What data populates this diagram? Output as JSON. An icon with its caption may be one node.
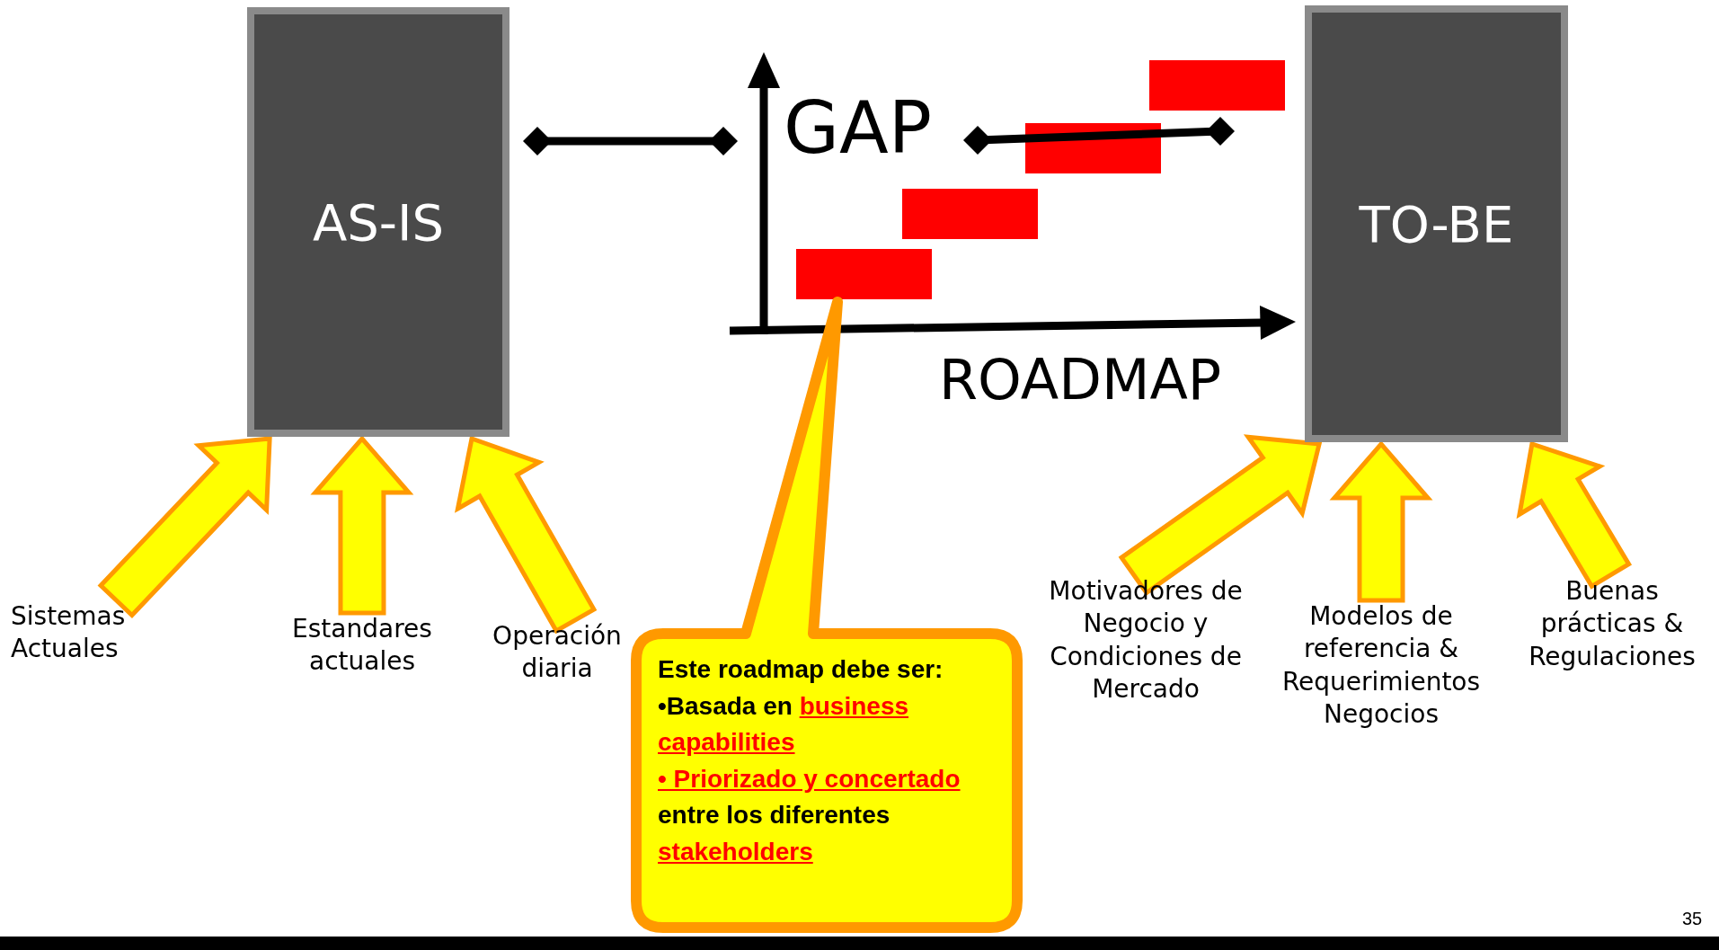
{
  "diagram": {
    "nodes": [
      {
        "text": [
          "AS-IS"
        ]
      },
      {
        "text": [
          "TO-BE"
        ]
      },
      {
        "text": [
          "Sistemas Actuales"
        ]
      },
      {
        "text": [
          "Estandares actuales"
        ]
      },
      {
        "text": [
          "Operación diaria"
        ]
      },
      {
        "text": [
          "Motivadores de Negocio y Condiciones de Mercado"
        ]
      },
      {
        "text": [
          "Modelos de referencia & Requerimientos Negocios"
        ]
      },
      {
        "text": [
          "Buenas prácticas & Regulaciones"
        ]
      },
      {
        "text": [
          "Este roadmap debe ser:",
          "•Basada en",
          "business capabilities",
          "• Priorizado y concertado",
          "entre los diferentes",
          "stakeholders"
        ]
      }
    ],
    "edges": [
      {
        "from": 2,
        "to": 0,
        "arrow": "to"
      },
      {
        "from": 3,
        "to": 0,
        "arrow": "to"
      },
      {
        "from": 4,
        "to": 0,
        "arrow": "to"
      },
      {
        "from": 5,
        "to": 1,
        "arrow": "to"
      },
      {
        "from": 6,
        "to": 1,
        "arrow": "to"
      },
      {
        "from": 7,
        "to": 1,
        "arrow": "to"
      }
    ],
    "labels": [
      "GAP",
      "ROADMAP",
      "35"
    ]
  }
}
